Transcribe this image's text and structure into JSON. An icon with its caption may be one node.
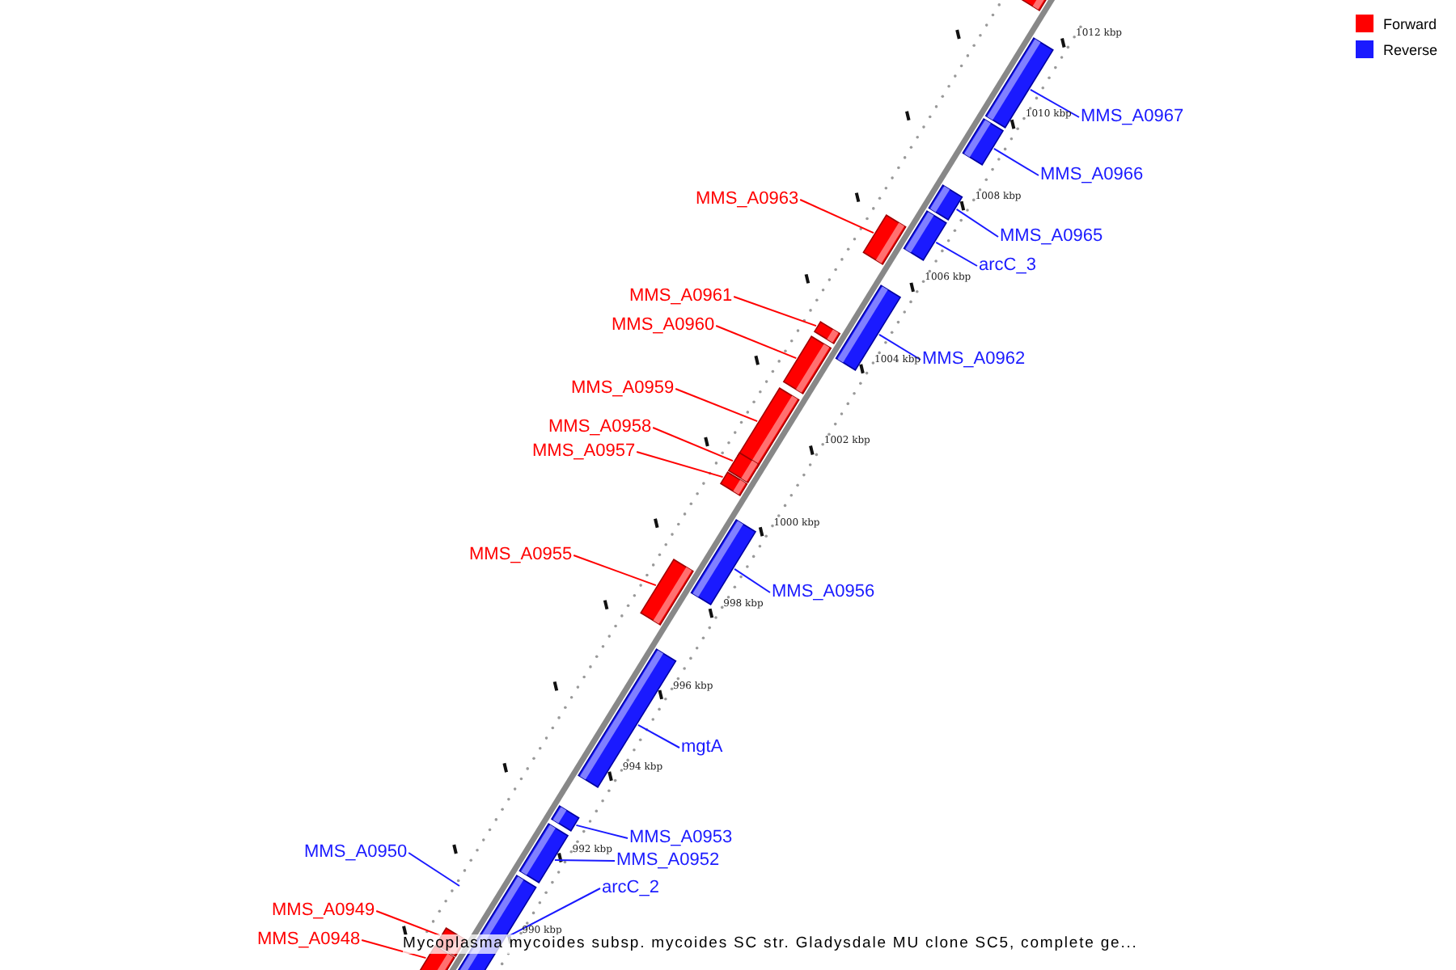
{
  "diagram": {
    "caption": "Mycoplasma mycoides subsp. mycoides SC str. Gladysdale MU clone SC5, complete ge...",
    "nodes": [
      {
        "text": [
          "MMS_A0967"
        ]
      },
      {
        "text": [
          "MMS_A0966"
        ]
      },
      {
        "text": [
          "MMS_A0963"
        ]
      },
      {
        "text": [
          "MMS_A0965"
        ]
      },
      {
        "text": [
          "arcC_3"
        ]
      },
      {
        "text": [
          "MMS_A0961"
        ]
      },
      {
        "text": [
          "MMS_A0960"
        ]
      },
      {
        "text": [
          "MMS_A0962"
        ]
      },
      {
        "text": [
          "MMS_A0959"
        ]
      },
      {
        "text": [
          "MMS_A0958"
        ]
      },
      {
        "text": [
          "MMS_A0957"
        ]
      },
      {
        "text": [
          "MMS_A0955"
        ]
      },
      {
        "text": [
          "MMS_A0956"
        ]
      },
      {
        "text": [
          "mgtA"
        ]
      },
      {
        "text": [
          "MMS_A0953"
        ]
      },
      {
        "text": [
          "MMS_A0950"
        ]
      },
      {
        "text": [
          "MMS_A0952"
        ]
      },
      {
        "text": [
          "arcC_2"
        ]
      },
      {
        "text": [
          "MMS_A0949"
        ]
      },
      {
        "text": [
          "MMS_A0948"
        ]
      },
      {
        "text": [],
        "shape": "bar"
      },
      {
        "text": [],
        "shape": "bar"
      },
      {
        "text": [],
        "shape": "bar"
      },
      {
        "text": [],
        "shape": "bar"
      },
      {
        "text": [],
        "shape": "bar"
      },
      {
        "text": [],
        "shape": "bar"
      },
      {
        "text": [],
        "shape": "bar"
      },
      {
        "text": [],
        "shape": "bar"
      },
      {
        "text": [],
        "shape": "bar"
      },
      {
        "text": [],
        "shape": "bar"
      },
      {
        "text": [],
        "shape": "bar"
      },
      {
        "text": [],
        "shape": "bar"
      },
      {
        "text": [],
        "shape": "bar"
      },
      {
        "text": [],
        "shape": "bar"
      },
      {
        "text": [],
        "shape": "bar"
      },
      {
        "text": [],
        "shape": "bar"
      },
      {
        "text": [],
        "shape": "bar"
      },
      {
        "text": [],
        "shape": "bar"
      },
      {
        "text": [],
        "shape": "bar"
      },
      {
        "text": [],
        "shape": "bar"
      }
    ],
    "edges": [
      {
        "from": 0,
        "to": 21,
        "arrow": "none"
      },
      {
        "from": 1,
        "to": 22,
        "arrow": "none"
      },
      {
        "from": 2,
        "to": 25,
        "arrow": "none",
        "color": "#ff0000"
      },
      {
        "from": 3,
        "to": 23,
        "arrow": "none"
      },
      {
        "from": 4,
        "to": 24,
        "arrow": "none"
      },
      {
        "from": 5,
        "to": 27,
        "arrow": "none",
        "color": "#ff0000"
      },
      {
        "from": 6,
        "to": 28,
        "arrow": "none",
        "color": "#ff0000"
      },
      {
        "from": 7,
        "to": 26,
        "arrow": "none"
      },
      {
        "from": 8,
        "to": 29,
        "arrow": "none",
        "color": "#ff0000"
      },
      {
        "from": 9,
        "to": 30,
        "arrow": "none",
        "color": "#ff0000"
      },
      {
        "from": 10,
        "to": 31,
        "arrow": "none",
        "color": "#ff0000"
      },
      {
        "from": 11,
        "to": 33,
        "arrow": "none",
        "color": "#ff0000"
      },
      {
        "from": 12,
        "to": 32,
        "arrow": "none"
      },
      {
        "from": 13,
        "to": 34,
        "arrow": "none"
      },
      {
        "from": 14,
        "to": 35,
        "arrow": "none"
      },
      {
        "from": 15,
        "to": null,
        "arrow": "none"
      },
      {
        "from": 16,
        "to": 36,
        "arrow": "none"
      },
      {
        "from": 17,
        "to": 37,
        "arrow": "none"
      },
      {
        "from": 18,
        "to": 38,
        "arrow": "none",
        "color": "#ff0000"
      },
      {
        "from": 19,
        "to": 39,
        "arrow": "none",
        "color": "#ff0000"
      }
    ],
    "labels": [
      "1012 kbp",
      "1010 kbp",
      "1008 kbp",
      "1006 kbp",
      "1004 kbp",
      "1002 kbp",
      "1000 kbp",
      "998 kbp",
      "996 kbp",
      "994 kbp",
      "992 kbp",
      "990 kbp"
    ],
    "legend": [
      {
        "text": "Forward",
        "color": "#ff0000"
      },
      {
        "text": "Reverse",
        "color": "#1a1aff"
      }
    ]
  }
}
